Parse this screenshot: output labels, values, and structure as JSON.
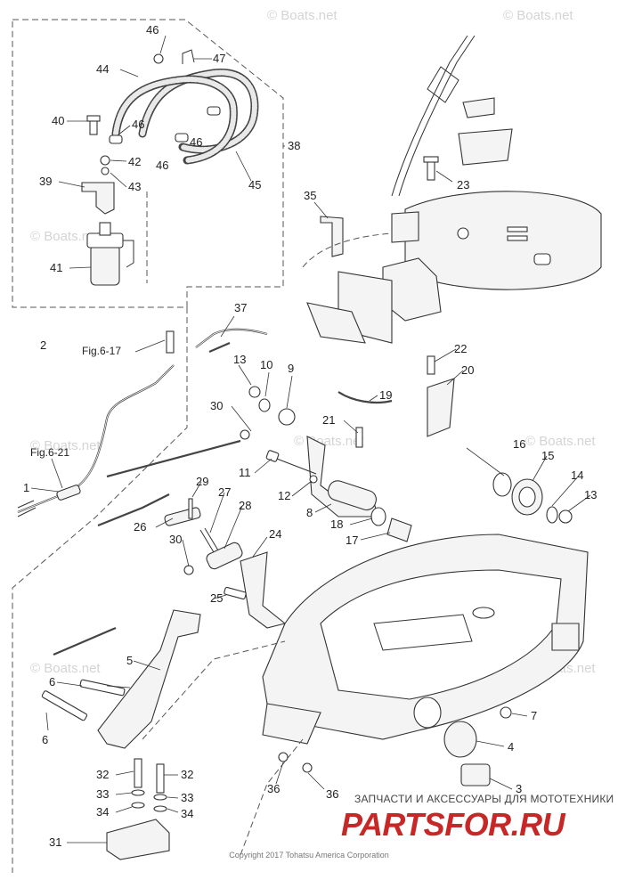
{
  "watermark": "© Boats.net",
  "callouts": {
    "c1": "1",
    "c2": "2",
    "c3": "3",
    "c4": "4",
    "c5": "5",
    "c6a": "6",
    "c6b": "6",
    "c7": "7",
    "c8": "8",
    "c9": "9",
    "c10": "10",
    "c11": "11",
    "c12": "12",
    "c13a": "13",
    "c13b": "13",
    "c14": "14",
    "c15": "15",
    "c16": "16",
    "c17": "17",
    "c18": "18",
    "c19": "19",
    "c20": "20",
    "c21": "21",
    "c22": "22",
    "c23": "23",
    "c24": "24",
    "c25": "25",
    "c26": "26",
    "c27": "27",
    "c28": "28",
    "c29": "29",
    "c30a": "30",
    "c30b": "30",
    "c31": "31",
    "c32a": "32",
    "c32b": "32",
    "c33a": "33",
    "c33b": "33",
    "c34a": "34",
    "c34b": "34",
    "c35": "35",
    "c36a": "36",
    "c36b": "36",
    "c37": "37",
    "c38": "38",
    "c39": "39",
    "c40": "40",
    "c41": "41",
    "c42": "42",
    "c43": "43",
    "c44": "44",
    "c45": "45",
    "c46a": "46",
    "c46b": "46",
    "c46c": "46",
    "c46d": "46",
    "c47": "47"
  },
  "refs": {
    "fig617": "Fig.6-17",
    "fig621": "Fig.6-21"
  },
  "brand": {
    "title": "ЗАПЧАСТИ И АКСЕССУАРЫ ДЛЯ МОТОТЕХНИКИ",
    "logo": "PARTSFOR.RU"
  },
  "copyright": "Copyright 2017 Tohatsu America Corporation",
  "icons": {
    "fuel_filter": "fuel-filter-icon",
    "bottom_cowl": "bottom-cowl-icon"
  }
}
